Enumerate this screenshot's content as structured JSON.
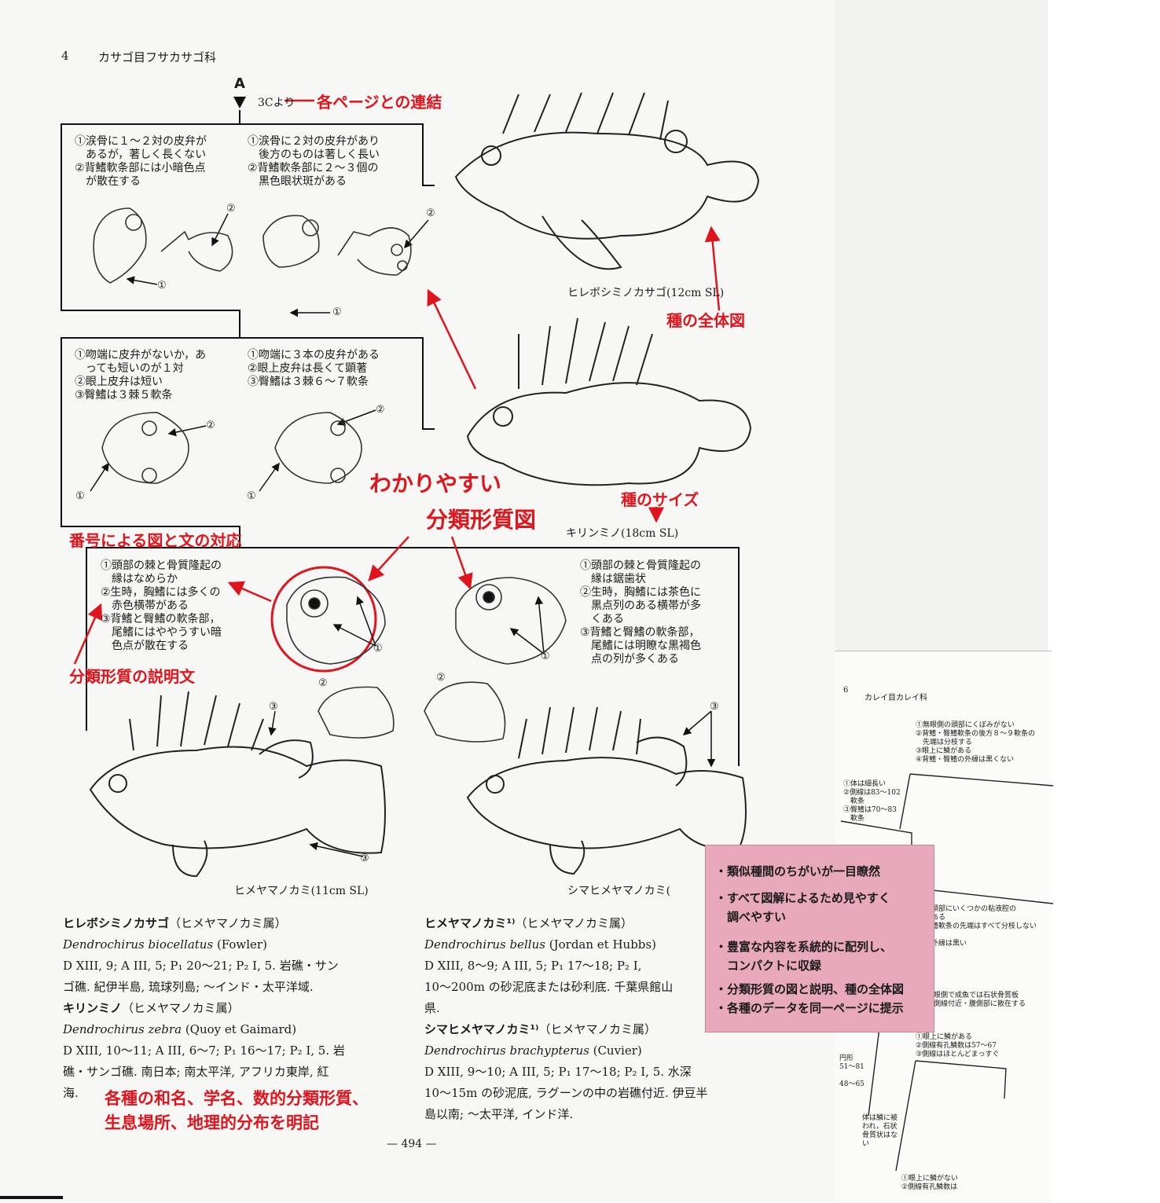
{
  "header": {
    "page_no": "4",
    "section": "カサゴ目フサカサゴ科"
  },
  "key": {
    "marker": "A",
    "link": "3Cより",
    "b1_left": "①涙骨に１〜２対の皮弁が\n　あるが，著しく長くない\n②背鰭軟条部には小暗色点\n　が散在する",
    "b1_right": "①涙骨に２対の皮弁があり\n　後方のものは著しく長い\n②背鰭軟条部に２〜３個の\n　黒色眼状斑がある",
    "b2_left": "①吻端に皮弁がないか，あ\n　っても短いのが１対\n②眼上皮弁は短い\n③臀鰭は３棘５軟条",
    "b2_right": "①吻端に３本の皮弁がある\n②眼上皮弁は長くて顕著\n③臀鰭は３棘６〜７軟条",
    "b3_left": "①頭部の棘と骨質隆起の\n　縁はなめらか\n②生時，胸鰭には多くの\n　赤色横帯がある\n③背鰭と臀鰭の軟条部，\n　尾鰭にはややうすい暗\n　色点が散在する",
    "b3_right": "①頭部の棘と骨質隆起の\n　縁は鋸歯状\n②生時，胸鰭には茶色に\n　黒点列のある横帯が多\n　くある\n③背鰭と臀鰭の軟条部，\n　尾鰭には明瞭な黒褐色\n　点の列が多くある"
  },
  "captions": {
    "fish1": "ヒレボシミノカサゴ(12cm SL)",
    "fish2": "キリンミノ(18cm SL)",
    "fish3": "ヒメヤマノカミ(11cm SL)",
    "fish4": "シマヒメヤマノカミ("
  },
  "annotations": {
    "link": "各ページとの連結",
    "whole": "種の全体図",
    "easy1": "わかりやすい",
    "easy2": "分類形質図",
    "size": "種のサイズ",
    "number": "番号による図と文の対応",
    "desc": "分類形質の説明文",
    "bottom1": "各種の和名、学名、数的分類形質、",
    "bottom2": "生息場所、地理的分布を明記"
  },
  "species_left": [
    {
      "name": "ヒレボシミノカサゴ",
      "genus": "（ヒメヤマノカミ属）",
      "sci": "Dendrochirus biocellatus",
      "auth": "(Fowler)",
      "data": [
        "D XIII, 9; A III, 5; P₁ 20〜21; P₂ I, 5. 岩礁・サン",
        "ゴ礁. 紀伊半島, 琉球列島; 〜インド・太平洋域."
      ]
    },
    {
      "name": "キリンミノ",
      "genus": "（ヒメヤマノカミ属）",
      "sci": "Dendrochirus zebra",
      "auth": "(Quoy et Gaimard)",
      "data": [
        "D XIII, 10〜11; A III, 6〜7; P₁ 16〜17; P₂ I, 5. 岩",
        "礁・サンゴ礁. 南日本; 南太平洋, アフリカ東岸, 紅",
        "海."
      ]
    }
  ],
  "species_right": [
    {
      "name": "ヒメヤマノカミ¹⁾",
      "genus": "（ヒメヤマノカミ属）",
      "sci": "Dendrochirus bellus",
      "auth": "(Jordan et Hubbs)",
      "data": [
        "D XIII, 8〜9; A III, 5; P₁ 17〜18; P₂ I,",
        "10〜200m の砂泥底または砂利底. 千葉県館山",
        "県."
      ]
    },
    {
      "name": "シマヒメヤマノカミ¹⁾",
      "genus": "（ヒメヤマノカミ属）",
      "sci": "Dendrochirus brachypterus",
      "auth": "(Cuvier)",
      "data": [
        "D XIII, 9〜10; A III, 5; P₁ 17〜18; P₂ I, 5. 水深",
        "10〜15m の砂泥底, ラグーンの中の岩礁付近. 伊豆半",
        "島以南; 〜太平洋, インド洋."
      ]
    }
  ],
  "footer": "— 494 —",
  "features": [
    "・類似種間のちがいが一目瞭然",
    "・すべて図解によるため見やすく",
    "　調べやすい",
    "・豊富な内容を系統的に配列し、",
    "　コンパクトに収録",
    "・分類形質の図と説明、種の全体図",
    "・各種のデータを同一ページに提示"
  ],
  "second_page": {
    "header_no": "6",
    "header": "カレイ目カレイ科",
    "t1": "①無眼側の頭部にくぼみがない\n②背鰭・臀鰭軟条の後方８〜９軟条の\n　先端は分枝する\n③眼上に鱗がある\n④背鰭・臀鰭の外縁は黒くない",
    "t2": "①体は細長い\n②側線は83〜102\n　軟条\n③臀鰭は70〜83\n　軟条",
    "t3": "頭部にいくつかの粘液腔の\nある\n鰭軟条の先端はすべて分枝しない\n\n外縁は黒い",
    "t4": "眼側で成魚では石状骨質板\n側線付近・腹側部に散在する",
    "t5": "①眼上に鱗がある\n②側線有孔鱗数は57〜67\n③側線はほとんどまっすぐ",
    "t6": "円形\n51〜81\n\n48〜65",
    "t7": "体は鱗に被\nわれ，石状\n骨質状はな\nい",
    "t8": "①眼上に鱗がない\n②側線有孔鱗数は"
  },
  "colors": {
    "annotation": "#e0141c",
    "box": "#e8a9bc"
  }
}
